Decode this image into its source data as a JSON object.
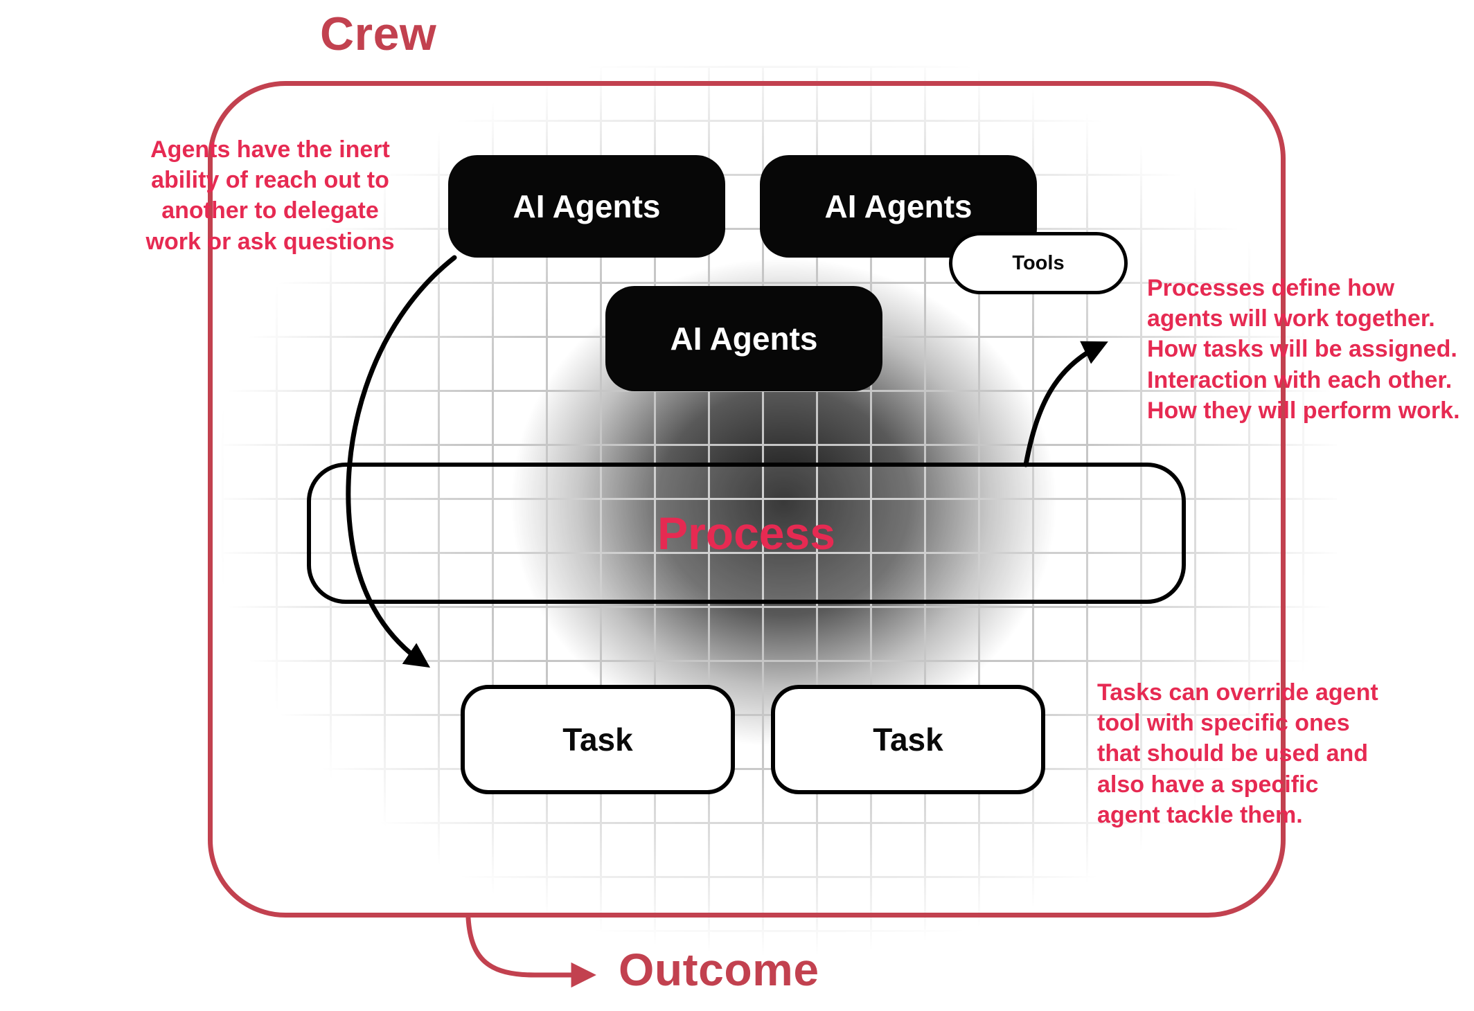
{
  "palette": {
    "primary_red": "#c2414f",
    "accent_crimson": "#e62a52",
    "node_black": "#070707",
    "grid_gray": "#c6c6c6"
  },
  "diagram": {
    "title": "Crew",
    "outcome": "Outcome",
    "agent_boxes": [
      {
        "label": "AI Agents"
      },
      {
        "label": "AI Agents"
      },
      {
        "label": "AI Agents"
      }
    ],
    "tools_label": "Tools",
    "process_label": "Process",
    "task_boxes": [
      {
        "label": "Task"
      },
      {
        "label": "Task"
      }
    ],
    "annotations": {
      "delegation_note": [
        "Agents have the inert",
        "ability of reach out to",
        "another to delegate",
        "work or ask questions"
      ],
      "process_note": [
        "Processes define how",
        "agents will work together.",
        "How tasks will be assigned.",
        "Interaction with each other.",
        "How they will perform work."
      ],
      "task_note": [
        "Tasks can override agent",
        "tool with specific ones",
        "that should be used and",
        "also have a specific",
        "agent tackle them."
      ]
    },
    "icons": [
      "agent-to-task-arrow",
      "process-to-note-arrow",
      "outcome-arrow"
    ]
  }
}
